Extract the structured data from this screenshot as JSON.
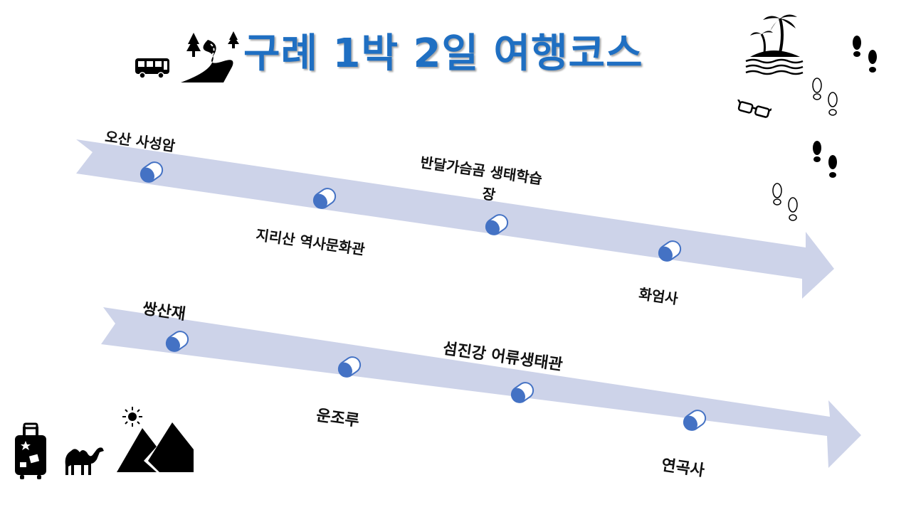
{
  "title": "구례 1박 2일 여행코스",
  "colors": {
    "title": "#1f6fc2",
    "arrow": "#cdd3e9",
    "node": "#4472c4"
  },
  "day1": {
    "stops": [
      "오산 사성암",
      "지리산 역사문화관",
      "반달가슴곰 생태학습장",
      "화엄사"
    ],
    "label_lines": [
      "오산 사성암",
      "지리산 역사문화관",
      "반달가슴곰 생태학습",
      "장",
      "화엄사"
    ]
  },
  "day2": {
    "stops": [
      "쌍산재",
      "운조루",
      "섬진강 어류생태관",
      "연곡사"
    ]
  },
  "icons": [
    "bus-icon",
    "road-icon",
    "island-icon",
    "footprints-icon",
    "glasses-icon",
    "luggage-icon",
    "camel-icon",
    "sun-icon",
    "mountain-icon"
  ]
}
